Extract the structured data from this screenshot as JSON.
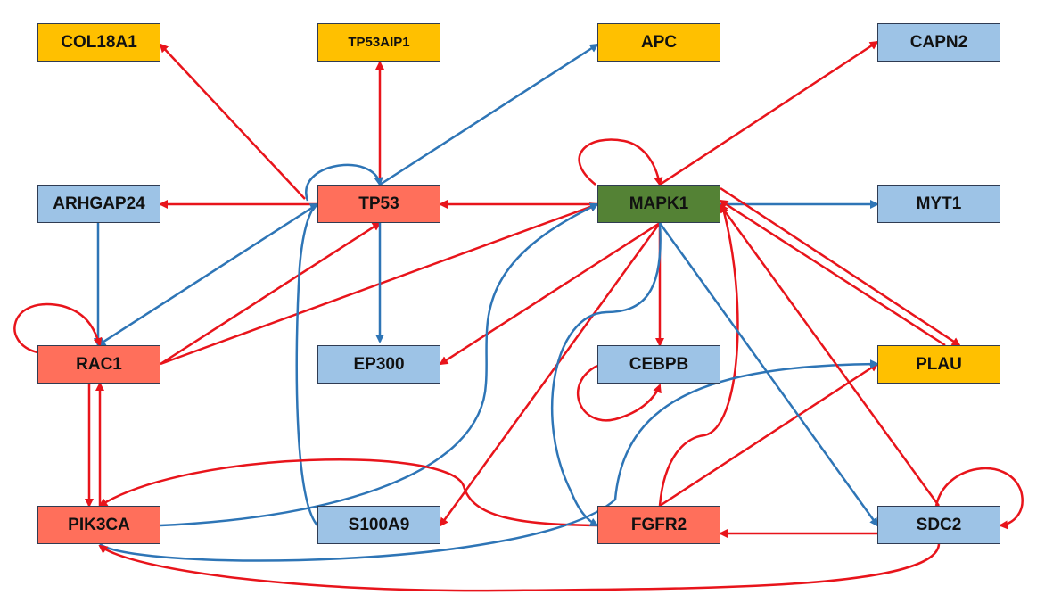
{
  "colors": {
    "orange": "#FFC000",
    "blue": "#9DC3E6",
    "red": "#FF6F5B",
    "green": "#548235",
    "edge_red": "#E8141B",
    "edge_blue": "#2E75B6"
  },
  "nodes": [
    {
      "id": "COL18A1",
      "label": "COL18A1",
      "color": "orange"
    },
    {
      "id": "TP53AIP1",
      "label": "TP53AIP1",
      "color": "orange"
    },
    {
      "id": "APC",
      "label": "APC",
      "color": "orange"
    },
    {
      "id": "CAPN2",
      "label": "CAPN2",
      "color": "blue"
    },
    {
      "id": "ARHGAP24",
      "label": "ARHGAP24",
      "color": "blue"
    },
    {
      "id": "TP53",
      "label": "TP53",
      "color": "red"
    },
    {
      "id": "MAPK1",
      "label": "MAPK1",
      "color": "green"
    },
    {
      "id": "MYT1",
      "label": "MYT1",
      "color": "blue"
    },
    {
      "id": "RAC1",
      "label": "RAC1",
      "color": "red"
    },
    {
      "id": "EP300",
      "label": "EP300",
      "color": "blue"
    },
    {
      "id": "CEBPB",
      "label": "CEBPB",
      "color": "blue"
    },
    {
      "id": "PLAU",
      "label": "PLAU",
      "color": "orange"
    },
    {
      "id": "PIK3CA",
      "label": "PIK3CA",
      "color": "red"
    },
    {
      "id": "S100A9",
      "label": "S100A9",
      "color": "blue"
    },
    {
      "id": "FGFR2",
      "label": "FGFR2",
      "color": "red"
    },
    {
      "id": "SDC2",
      "label": "SDC2",
      "color": "blue"
    }
  ],
  "edges": [
    {
      "from": "TP53",
      "to": "COL18A1",
      "color": "red"
    },
    {
      "from": "TP53",
      "to": "TP53AIP1",
      "color": "red"
    },
    {
      "from": "TP53",
      "to": "APC",
      "color": "blue"
    },
    {
      "from": "MAPK1",
      "to": "CAPN2",
      "color": "red"
    },
    {
      "from": "TP53",
      "to": "ARHGAP24",
      "color": "red"
    },
    {
      "from": "TP53",
      "to": "TP53",
      "color": "blue",
      "self": true
    },
    {
      "from": "MAPK1",
      "to": "TP53",
      "color": "red"
    },
    {
      "from": "MAPK1",
      "to": "MAPK1",
      "color": "red",
      "self": true
    },
    {
      "from": "MAPK1",
      "to": "MYT1",
      "color": "blue"
    },
    {
      "from": "ARHGAP24",
      "to": "RAC1",
      "color": "blue"
    },
    {
      "from": "TP53",
      "to": "RAC1",
      "color": "blue"
    },
    {
      "from": "RAC1",
      "to": "TP53",
      "color": "red"
    },
    {
      "from": "RAC1",
      "to": "MAPK1",
      "color": "red"
    },
    {
      "from": "RAC1",
      "to": "RAC1",
      "color": "red",
      "self": true
    },
    {
      "from": "TP53",
      "to": "EP300",
      "color": "blue"
    },
    {
      "from": "MAPK1",
      "to": "EP300",
      "color": "red"
    },
    {
      "from": "MAPK1",
      "to": "CEBPB",
      "color": "red"
    },
    {
      "from": "CEBPB",
      "to": "CEBPB",
      "color": "red",
      "self": true
    },
    {
      "from": "MAPK1",
      "to": "PLAU",
      "color": "red"
    },
    {
      "from": "PLAU",
      "to": "MAPK1",
      "color": "red"
    },
    {
      "from": "RAC1",
      "to": "PIK3CA",
      "color": "red"
    },
    {
      "from": "PIK3CA",
      "to": "RAC1",
      "color": "red"
    },
    {
      "from": "PIK3CA",
      "to": "MAPK1",
      "color": "blue"
    },
    {
      "from": "S100A9",
      "to": "TP53",
      "color": "blue"
    },
    {
      "from": "MAPK1",
      "to": "S100A9",
      "color": "red"
    },
    {
      "from": "FGFR2",
      "to": "PIK3CA",
      "color": "red"
    },
    {
      "from": "MAPK1",
      "to": "FGFR2",
      "color": "blue"
    },
    {
      "from": "FGFR2",
      "to": "MAPK1",
      "color": "red"
    },
    {
      "from": "FGFR2",
      "to": "PLAU",
      "color": "red"
    },
    {
      "from": "PIK3CA",
      "to": "PLAU",
      "color": "blue"
    },
    {
      "from": "MAPK1",
      "to": "SDC2",
      "color": "blue"
    },
    {
      "from": "SDC2",
      "to": "MAPK1",
      "color": "red"
    },
    {
      "from": "SDC2",
      "to": "SDC2",
      "color": "red",
      "self": true
    },
    {
      "from": "SDC2",
      "to": "FGFR2",
      "color": "red"
    },
    {
      "from": "SDC2",
      "to": "PIK3CA",
      "color": "red"
    }
  ]
}
